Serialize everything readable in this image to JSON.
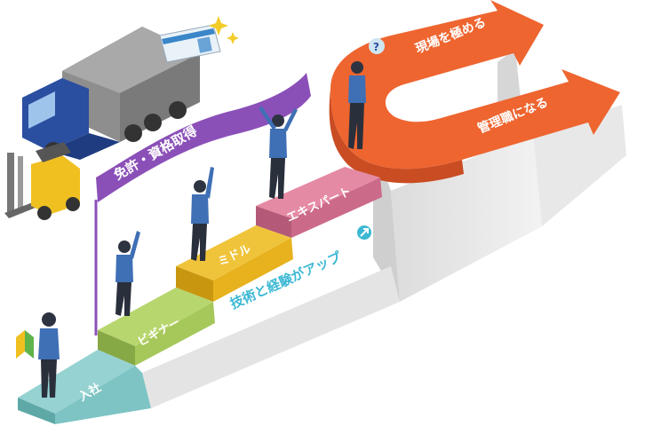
{
  "steps": {
    "nyusha": "入社",
    "beginner": "ビギナー",
    "middle": "ミドル",
    "expert": "エキスパート"
  },
  "banner_label": "免許・資格取得",
  "side_caption": "技術と経験がアップ",
  "arrows": {
    "upper": "現場を極める",
    "lower": "管理職になる"
  },
  "question_mark": "?",
  "colors": {
    "step1": "#7ec4c4",
    "step2": "#a6c85a",
    "step3": "#e7b21e",
    "step4": "#cc6a8a",
    "banner": "#8b50b8",
    "arrow": "#ee6530",
    "caption": "#3cb8d4"
  },
  "icons": [
    "truck-icon",
    "forklift-icon",
    "license-card-icon",
    "sparkle-icon",
    "beginner-mark-icon",
    "person-icon",
    "question-bubble-icon"
  ]
}
